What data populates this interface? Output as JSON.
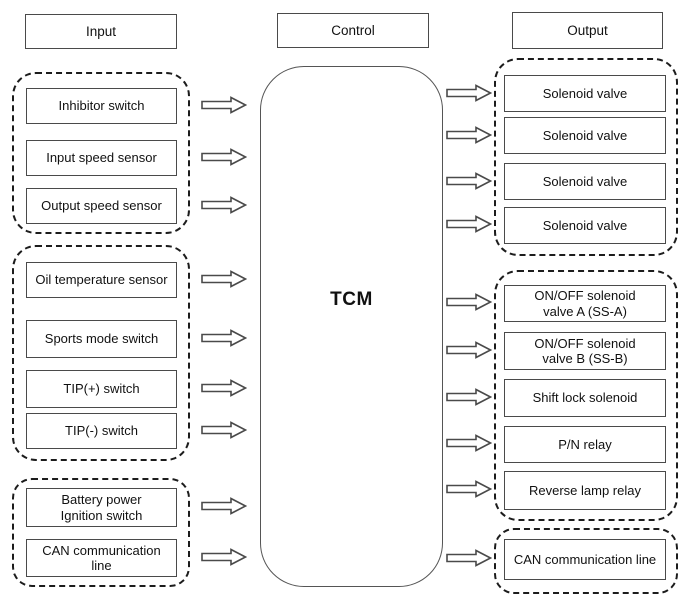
{
  "headers": {
    "input": "Input",
    "control": "Control",
    "output": "Output"
  },
  "tcm": {
    "label": "TCM"
  },
  "inputs": {
    "sensor_group_1": [
      "Inhibitor switch",
      "Input speed sensor",
      "Output speed sensor"
    ],
    "sensor_group_2": [
      "Oil temperature sensor",
      "Sports mode switch",
      "TIP(+) switch",
      "TIP(-) switch"
    ],
    "power_group": [
      "Battery power\nIgnition switch",
      "CAN communication\nline"
    ]
  },
  "outputs": {
    "solenoid_group": [
      "Solenoid valve",
      "Solenoid valve",
      "Solenoid valve",
      "Solenoid valve"
    ],
    "actuator_group": [
      "ON/OFF solenoid\nvalve A (SS-A)",
      "ON/OFF solenoid\nvalve B (SS-B)",
      "Shift lock solenoid",
      "P/N relay",
      "Reverse lamp relay"
    ],
    "can_group": [
      "CAN communication line"
    ]
  },
  "colors": {
    "line": "#4a4a4a",
    "dash": "#1c1c1c",
    "text": "#111111",
    "background": "#ffffff"
  }
}
